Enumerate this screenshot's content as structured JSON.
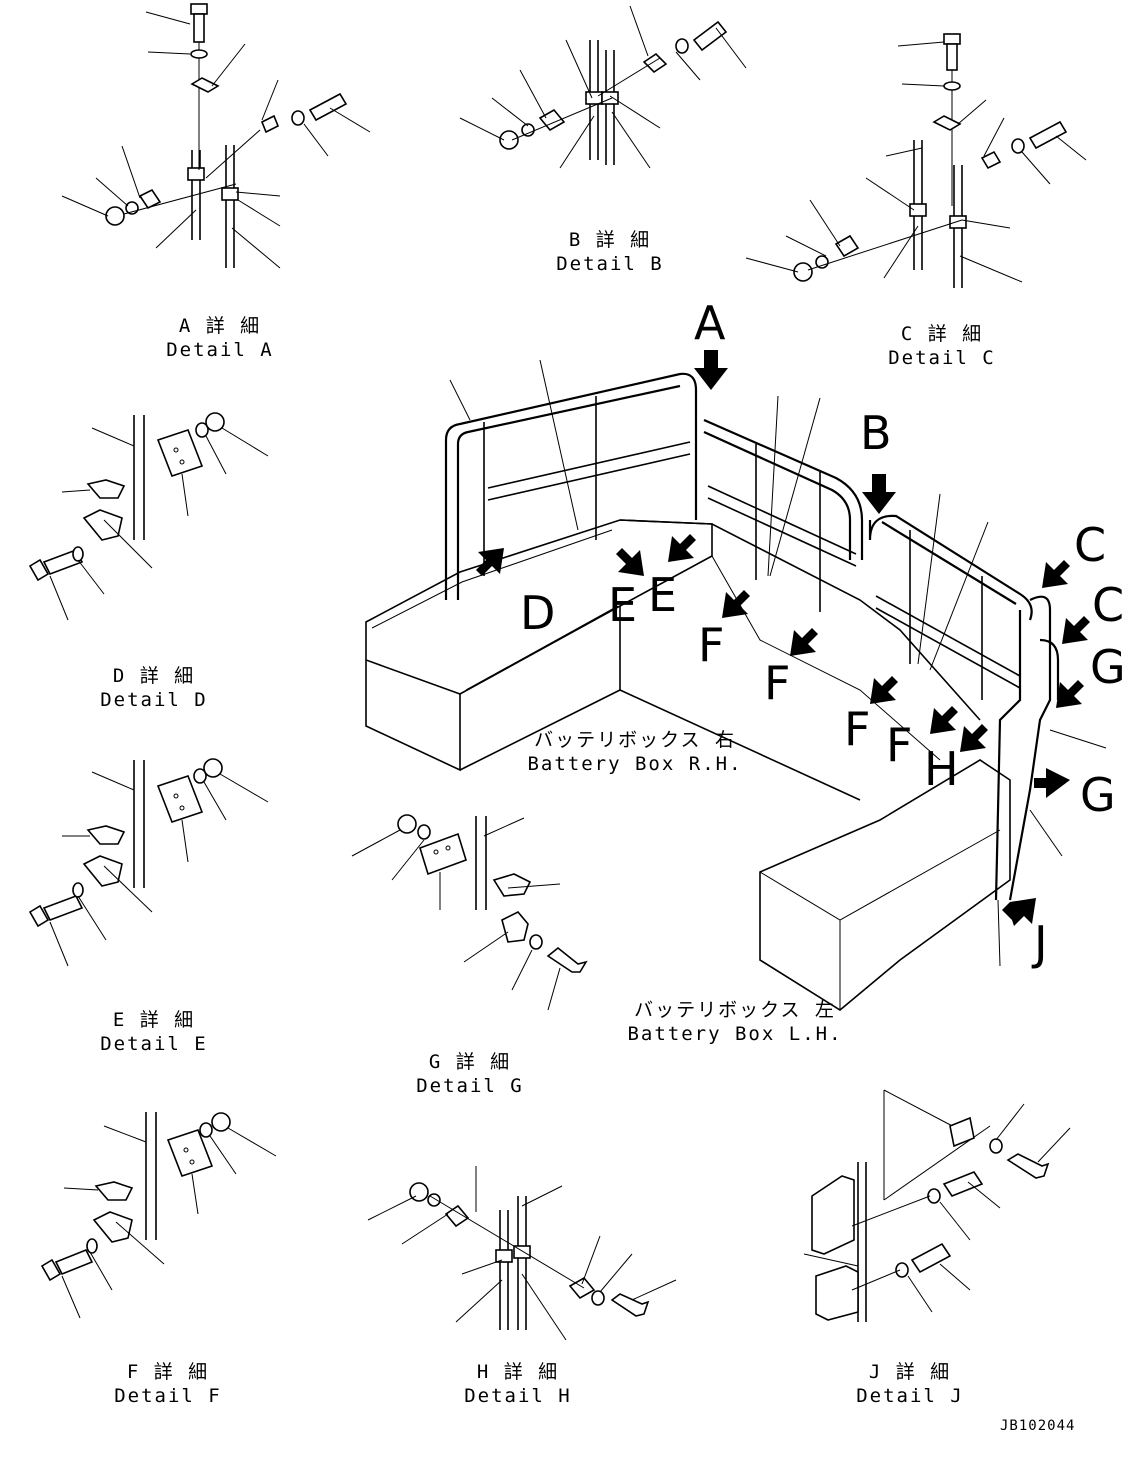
{
  "details": [
    {
      "key": "A",
      "jp": "A 詳 細",
      "en": "Detail A"
    },
    {
      "key": "B",
      "jp": "B 詳 細",
      "en": "Detail B"
    },
    {
      "key": "C",
      "jp": "C 詳 細",
      "en": "Detail C"
    },
    {
      "key": "D",
      "jp": "D 詳 細",
      "en": "Detail D"
    },
    {
      "key": "E",
      "jp": "E 詳 細",
      "en": "Detail E"
    },
    {
      "key": "G",
      "jp": "G 詳 細",
      "en": "Detail G"
    },
    {
      "key": "F",
      "jp": "F 詳 細",
      "en": "Detail F"
    },
    {
      "key": "H",
      "jp": "H 詳 細",
      "en": "Detail H"
    },
    {
      "key": "J",
      "jp": "J 詳 細",
      "en": "Detail J"
    }
  ],
  "callouts": {
    "a": "A",
    "b": "B",
    "c1": "C",
    "c2": "C",
    "d": "D",
    "e1": "E",
    "e2": "E",
    "f1": "F",
    "f2": "F",
    "f3": "F",
    "f4": "F",
    "g1": "G",
    "g2": "G",
    "h": "H",
    "j": "J"
  },
  "battery_box_rh": {
    "jp": "バッテリボックス 右",
    "en": "Battery Box R.H."
  },
  "battery_box_lh": {
    "jp": "バッテリボックス 左",
    "en": "Battery Box L.H."
  },
  "document_id": "JB102044"
}
